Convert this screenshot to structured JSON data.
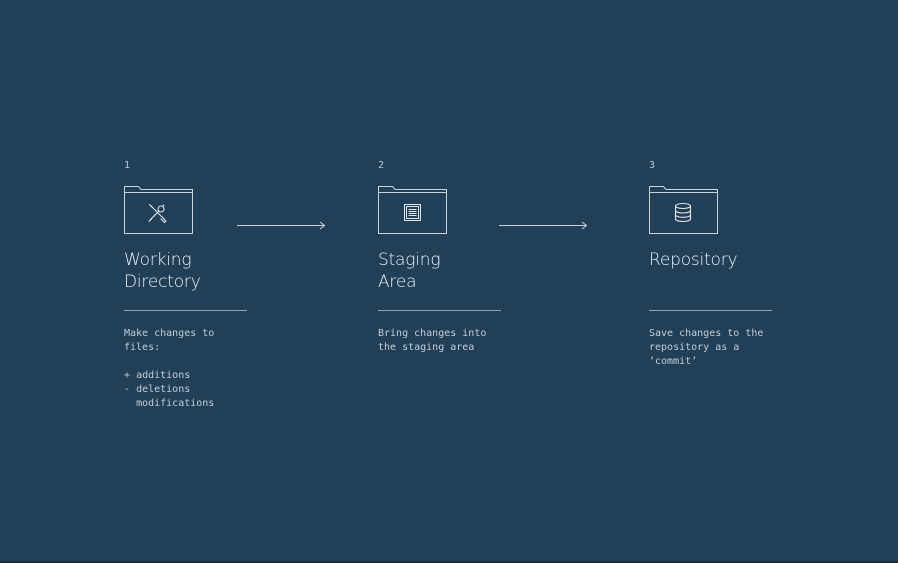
{
  "steps": [
    {
      "number": "1",
      "title": "Working\nDirectory",
      "icon": "tools-icon",
      "description": "Make changes to\nfiles:",
      "changes": [
        {
          "marker": "+",
          "label": "additions"
        },
        {
          "marker": "-",
          "label": "deletions"
        },
        {
          "marker": " ",
          "label": "modifications"
        }
      ]
    },
    {
      "number": "2",
      "title": "Staging\nArea",
      "icon": "document-list-icon",
      "description": "Bring changes into\nthe staging area"
    },
    {
      "number": "3",
      "title": "Repository",
      "icon": "database-icon",
      "description": "Save changes to the\nrepository as a\n‘commit’"
    }
  ],
  "colors": {
    "background": "#213f56",
    "stroke": "#c8d4dc",
    "text": "#eef3f6"
  }
}
